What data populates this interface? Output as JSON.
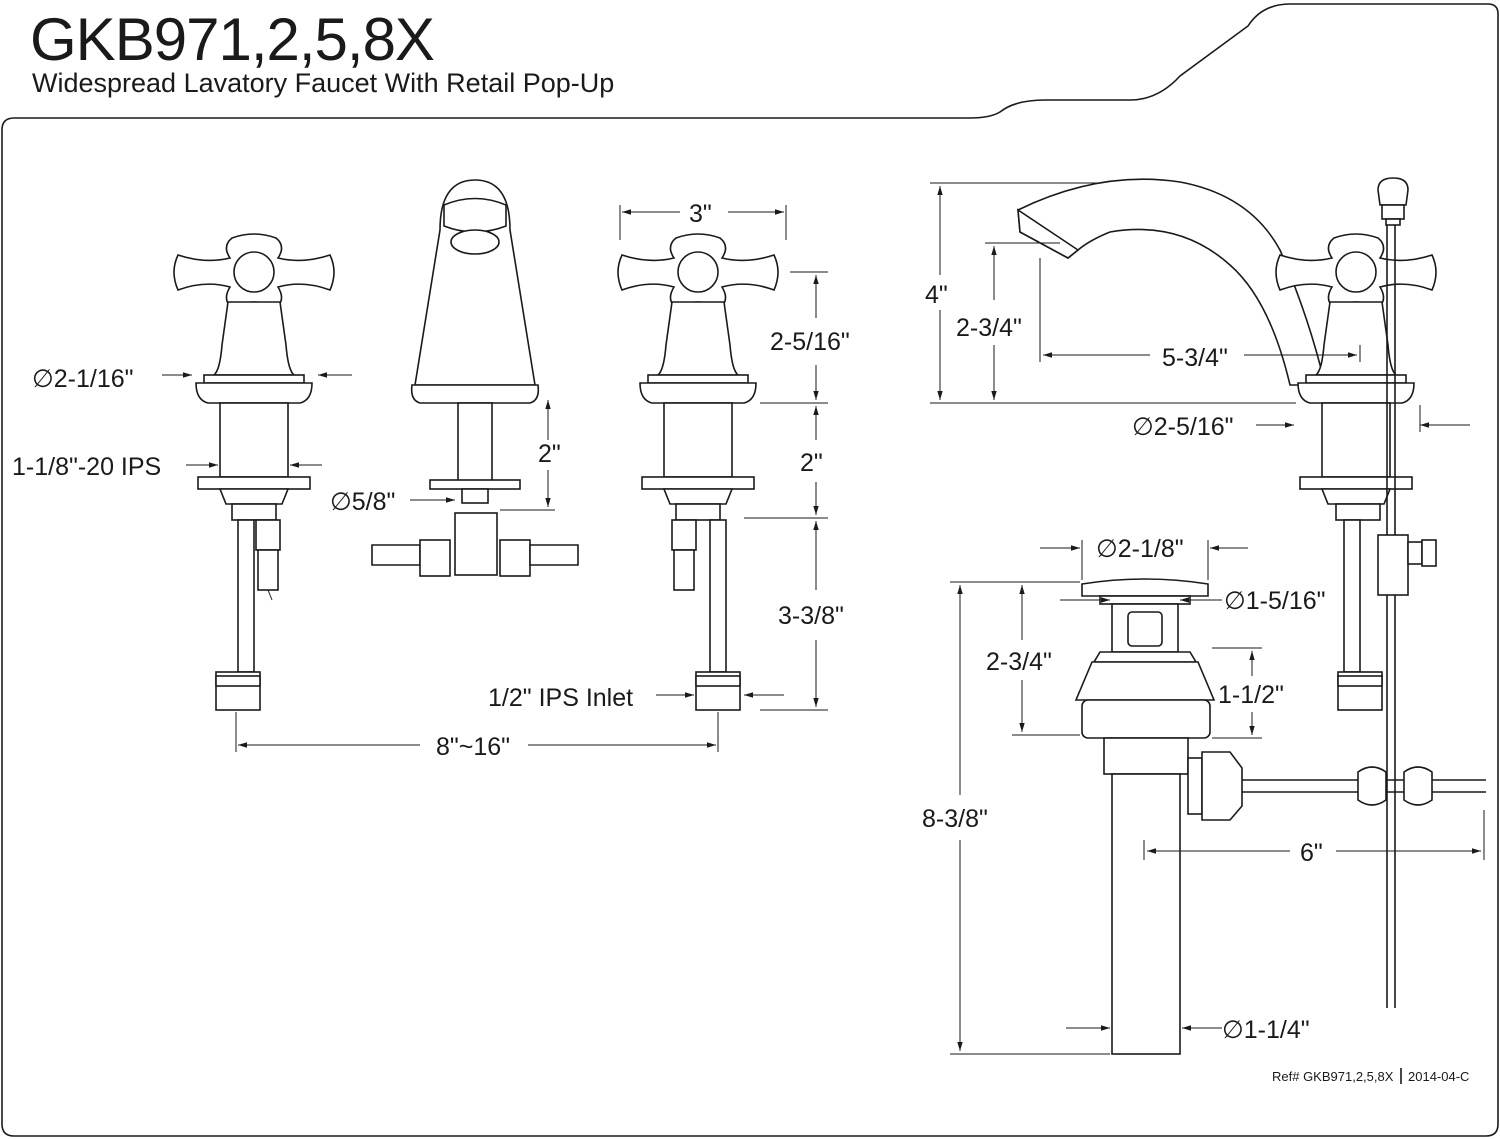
{
  "header": {
    "model": "GKB971,2,5,8X",
    "subtitle": "Widespread Lavatory Faucet With Retail Pop-Up"
  },
  "dimensions": {
    "handle_dia": "∅2-1/16\"",
    "handle_thread": "1-1/8\"-20 IPS",
    "spout_shank_dia": "∅5/8\"",
    "spout_shank_len": "2\"",
    "handle_width": "3\"",
    "handle_height": "2-5/16\"",
    "handle_shank_len": "2\"",
    "handle_supply_len": "3-3/8\"",
    "inlet": "1/2\" IPS Inlet",
    "spread": "8\"~16\"",
    "side_height": "4\"",
    "spout_clearance": "2-3/4\"",
    "spout_reach": "5-3/4\"",
    "base_dia": "∅2-5/16\"",
    "drain_cap_dia": "∅2-1/8\"",
    "drain_stem_dia": "∅1-5/16\"",
    "drain_upper_height": "2-3/4\"",
    "drain_flange_height": "1-1/2\"",
    "drain_total_len": "8-3/8\"",
    "pivot_rod_len": "6\"",
    "tailpiece_dia": "∅1-1/4\""
  },
  "footer": {
    "ref": "Ref# GKB971,2,5,8X",
    "revision": "2014-04-C"
  }
}
